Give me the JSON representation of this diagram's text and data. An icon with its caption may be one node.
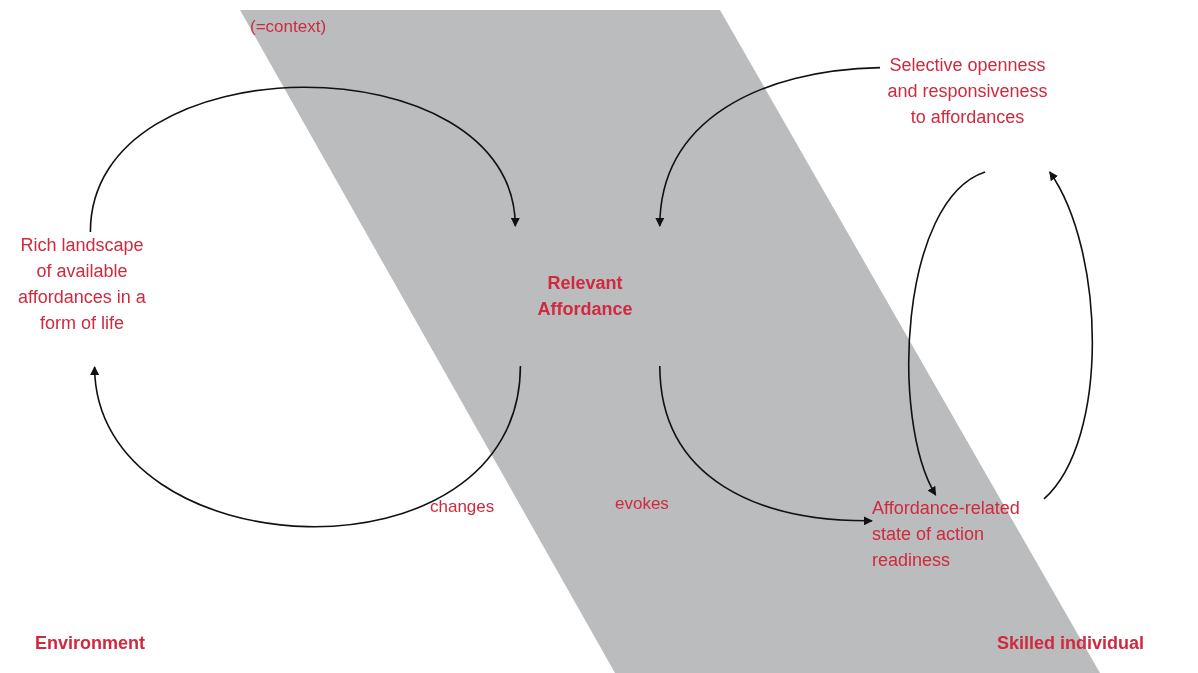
{
  "diagram": {
    "nodes": [
      {
        "text": [
          "Rich landscape of available affordances in a form of life"
        ]
      },
      {
        "text": [
          "Relevant Affordance"
        ]
      },
      {
        "text": [
          "Selective openness and responsiveness to affordances"
        ]
      },
      {
        "text": [
          "Affordance-related state of action readiness"
        ]
      }
    ],
    "edges": [
      {
        "from": 0,
        "to": 1,
        "arrow": "to",
        "label": "(=context)"
      },
      {
        "from": 1,
        "to": 0,
        "arrow": "to",
        "label": "changes"
      },
      {
        "from": 1,
        "to": 3,
        "arrow": "to",
        "label": "evokes"
      },
      {
        "from": 2,
        "to": 1,
        "arrow": "to"
      },
      {
        "from": 2,
        "to": 3,
        "arrow": "to"
      },
      {
        "from": 3,
        "to": 2,
        "arrow": "to"
      }
    ],
    "labels": [
      "Environment",
      "Skilled individual"
    ]
  }
}
